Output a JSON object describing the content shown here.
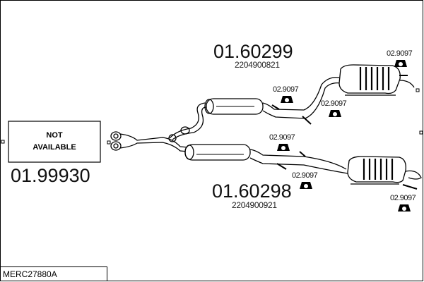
{
  "diagram": {
    "reference": "MERC27880A",
    "front_part": {
      "number": "01.99930",
      "status": [
        "NOT",
        "AVAILABLE"
      ]
    },
    "upper_rear_muffler": {
      "number": "01.60299",
      "oem": "2204900821"
    },
    "lower_rear_muffler": {
      "number": "01.60298",
      "oem": "2204900921"
    },
    "hangers": [
      "02.9097",
      "02.9097",
      "02.9097",
      "02.9097",
      "02.9097",
      "02.9097"
    ]
  }
}
